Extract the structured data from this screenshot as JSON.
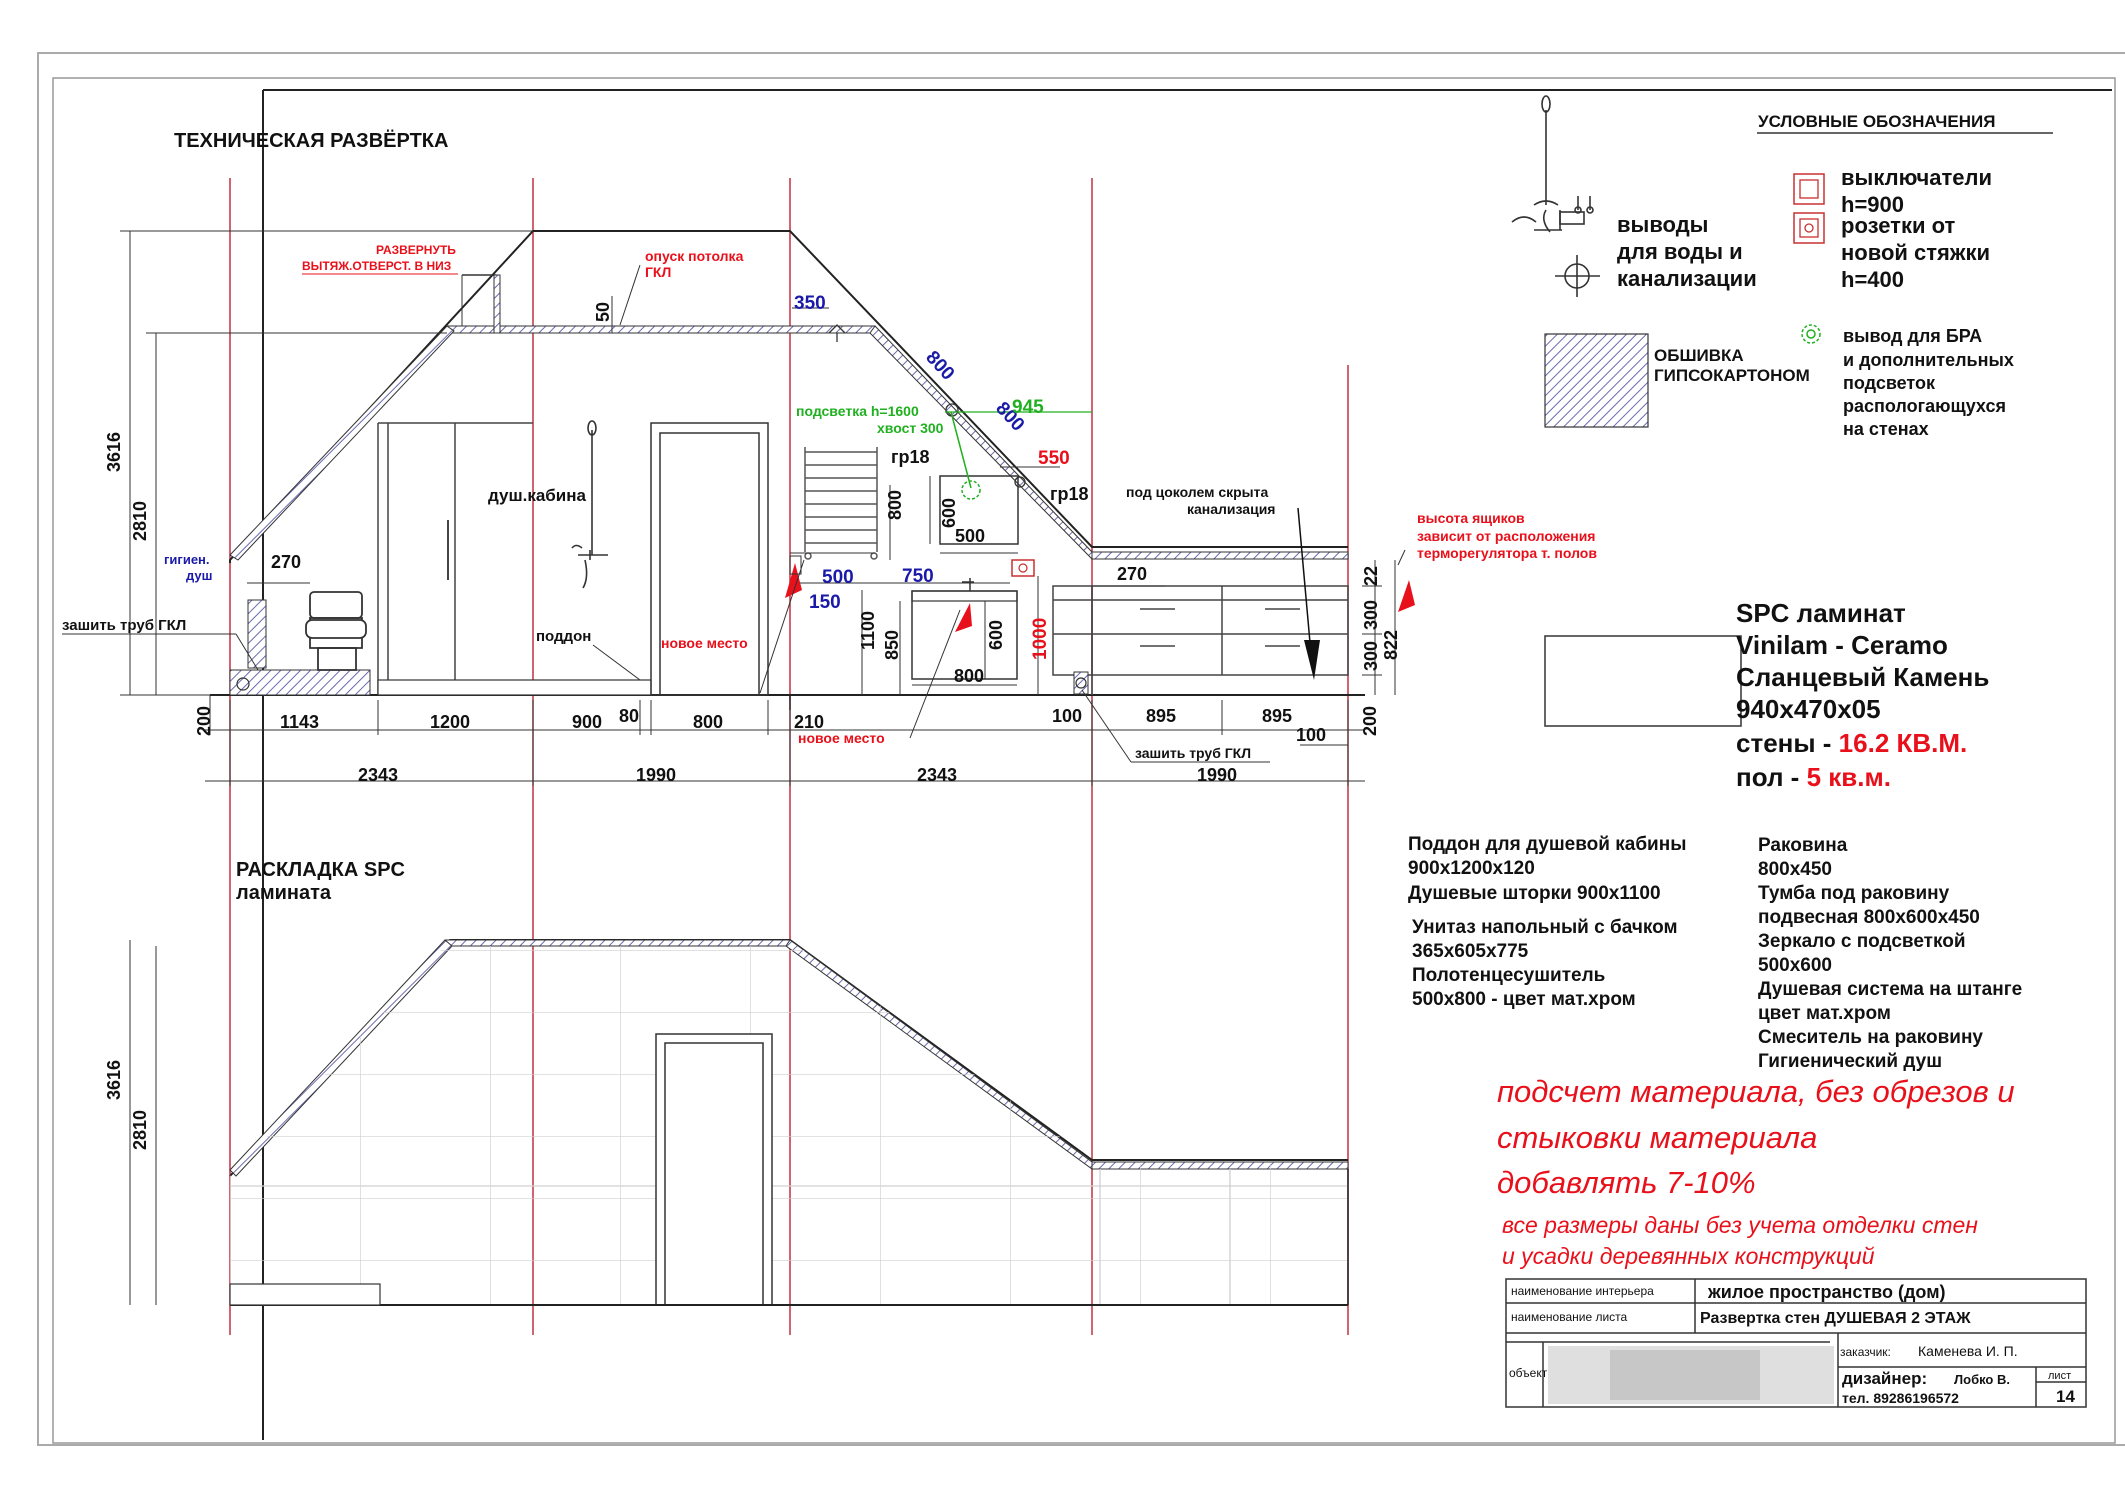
{
  "titles": {
    "main": "ТЕХНИЧЕСКАЯ РАЗВЁРТКА",
    "layout_1": "РАСКЛАДКА SPC",
    "layout_2": "ламината"
  },
  "legend": {
    "title": "УСЛОВНЫЕ ОБОЗНАЧЕНИЯ",
    "water_1": "выводы",
    "water_2": "для воды и",
    "water_3": "канализации",
    "switch_1": "выключатели",
    "switch_2": "h=900",
    "socket_1": "розетки от",
    "socket_2": "новой стяжки",
    "socket_3": "h=400",
    "gkl_1": "ОБШИВКА",
    "gkl_2": "ГИПСОКАРТОНОМ",
    "bra_1": "вывод для БРА",
    "bra_2": "и дополнительных",
    "bra_3": "подсветок",
    "bra_4": "распологающухся",
    "bra_5": "на стенах"
  },
  "material": {
    "line1": "SPC ламинат",
    "line2": "Vinilam - Ceramo",
    "line3": "Сланцевый Камень",
    "line4": "940x470x05",
    "walls_label": "стены - ",
    "walls_value": "16.2 КВ.М.",
    "floor_label": "пол - ",
    "floor_value": "5 кв.м."
  },
  "spec_left": [
    "Поддон для душевой кабины",
    "900x1200x120",
    "Душевые шторки 900x1100",
    "Унитаз напольный с бачком",
    "365x605x775",
    "Полотенцесушитель",
    "500x800 - цвет мат.хром"
  ],
  "spec_right": [
    "Раковина",
    "800x450",
    "Тумба под раковину",
    "подвесная 800x600x450",
    "Зеркало с подсветкой",
    "500x600",
    "Душевая система на штанге",
    "цвет мат.хром",
    "Смеситель на раковину",
    "Гигиенический душ"
  ],
  "notes": {
    "calc_1": "подсчет материала, без обрезов и",
    "calc_2": "стыковки материала",
    "calc_3": "добавлять 7-10%",
    "dims_1": "все размеры даны без учета   отделки стен",
    "dims_2": "и усадки деревянных конструкций"
  },
  "annotations": {
    "razvernut_1": "РАЗВЕРНУТЬ",
    "razvernut_2": "ВЫТЯЖ.ОТВЕРСТ. В НИЗ",
    "opusk_1": "опуск потолка",
    "opusk_2": "ГКЛ",
    "shower_cabin": "душ.кабина",
    "hyg_1": "гигиен.",
    "hyg_2": "душ",
    "zashit_1": "зашить труб ГКЛ",
    "zashit_2": "зашить труб ГКЛ",
    "poddon": "поддон",
    "novoe_1": "новое место",
    "novoe_2": "новое место",
    "podsvetka": "подсветка h=1600",
    "hvost": "хвост 300",
    "gr18_1": "гр18",
    "gr18_2": "гр18",
    "cokol_1": "под цоколем скрыта",
    "cokol_2": "канализация",
    "drawers_1": "высота ящиков",
    "drawers_2": "зависит от расположения",
    "drawers_3": "терморегулятора т. полов"
  },
  "dimensions": {
    "d3616": "3616",
    "d2810": "2810",
    "d3616b": "3616",
    "d2810b": "2810",
    "d200a": "200",
    "d200b": "200",
    "d1143": "1143",
    "d1200": "1200",
    "d900": "900",
    "d80": "80",
    "d800a": "800",
    "d210": "210",
    "d100a": "100",
    "d895a": "895",
    "d895b": "895",
    "d100b": "100",
    "d2343a": "2343",
    "d1990a": "1990",
    "d2343b": "2343",
    "d1990b": "1990",
    "d50": "50",
    "d270a": "270",
    "d270b": "270",
    "d350": "350",
    "d800s": "800",
    "d800s2": "800",
    "d945": "945",
    "d550": "550",
    "d800t": "800",
    "d600m": "600",
    "d500m": "500",
    "d500": "500",
    "d150": "150",
    "d750": "750",
    "d1100": "1100",
    "d850": "850",
    "d600r": "600",
    "d1000": "1000",
    "d800v": "800",
    "d22": "22",
    "d300a": "300",
    "d300b": "300",
    "d822": "822"
  },
  "title_block": {
    "label_interior": "наименование интерьера",
    "value_interior": "жилое пространство (дом)",
    "label_sheet": "наименование листа",
    "value_sheet": "Развертка стен ДУШЕВАЯ 2 ЭТАЖ",
    "label_object": "объект",
    "label_client": "заказчик:",
    "value_client": "Каменева И. П.",
    "label_designer": "дизайнер:",
    "value_designer": "Лобко В.",
    "phone": "тел. 89286196572",
    "label_list": "лист",
    "value_list": "14"
  },
  "colors": {
    "red": "#e8101a",
    "blue": "#1a1aa8",
    "green": "#20b020",
    "hatch": "#6a6ab0",
    "guide": "#c03040"
  }
}
